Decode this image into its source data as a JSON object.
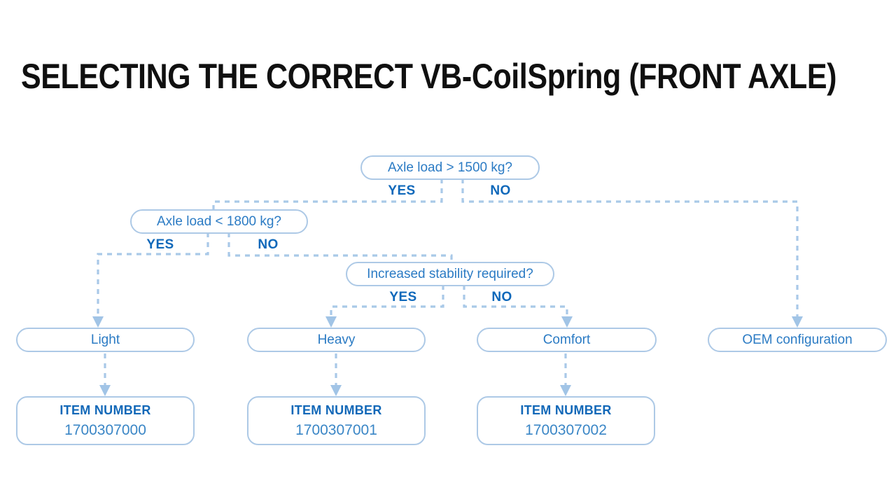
{
  "page": {
    "title": "SELECTING THE CORRECT VB-CoilSpring (FRONT AXLE)",
    "background_color": "#ffffff",
    "accent_color": "#2b7bc4",
    "line_color": "#a9c9e8",
    "label_color": "#0f68ba"
  },
  "flowchart": {
    "type": "decision-tree",
    "decisions": [
      {
        "id": "axle-load-gt-1500",
        "question": "Axle load > 1500 kg?",
        "yes_label": "YES",
        "no_label": "NO",
        "yes_target": "axle-load-lt-1800",
        "no_target": "oem-configuration"
      },
      {
        "id": "axle-load-lt-1800",
        "question": "Axle load < 1800 kg?",
        "yes_label": "YES",
        "no_label": "NO",
        "yes_target": "light",
        "no_target": "increased-stability"
      },
      {
        "id": "increased-stability",
        "question": "Increased stability required?",
        "yes_label": "YES",
        "no_label": "NO",
        "yes_target": "heavy",
        "no_target": "comfort"
      }
    ],
    "results": [
      {
        "id": "light",
        "label": "Light"
      },
      {
        "id": "heavy",
        "label": "Heavy"
      },
      {
        "id": "comfort",
        "label": "Comfort"
      },
      {
        "id": "oem",
        "label": "OEM configuration"
      }
    ],
    "item_caption": "ITEM NUMBER",
    "items": [
      {
        "for": "light",
        "caption": "ITEM NUMBER",
        "number": "1700307000"
      },
      {
        "for": "heavy",
        "caption": "ITEM NUMBER",
        "number": "1700307001"
      },
      {
        "for": "comfort",
        "caption": "ITEM NUMBER",
        "number": "1700307002"
      }
    ]
  }
}
